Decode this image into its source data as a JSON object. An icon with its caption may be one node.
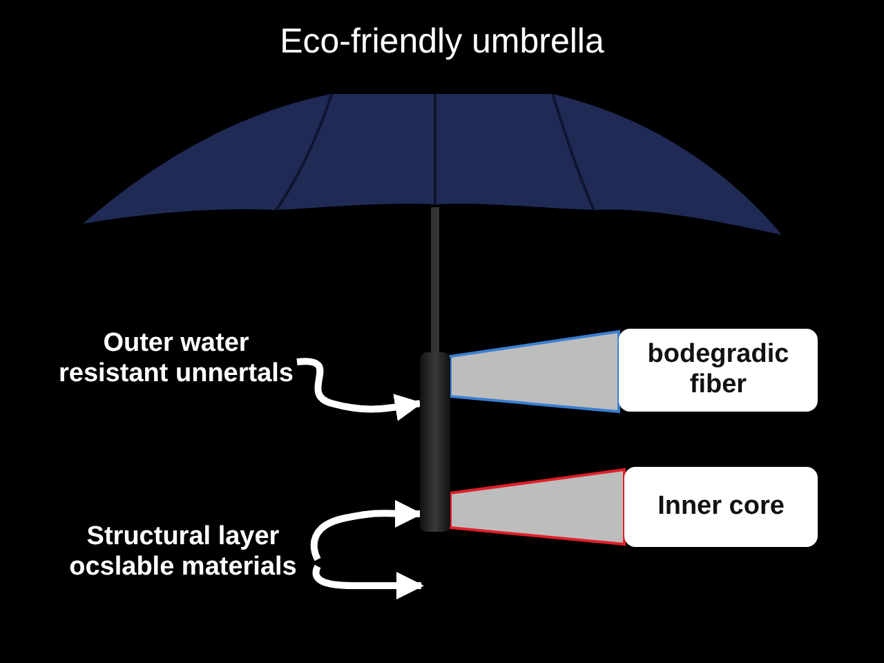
{
  "diagram": {
    "title": "Eco-friendly umbrella",
    "nodes": [
      {
        "text": [],
        "shape": "picture"
      },
      {
        "text": [
          "Outer water resistant unnertals"
        ]
      },
      {
        "text": [
          "bodegradic fiber"
        ]
      },
      {
        "text": [
          "Structural layer ocslable materials"
        ]
      },
      {
        "text": [
          "Inner core"
        ]
      }
    ],
    "edges": [
      {
        "from": 1,
        "to": 0,
        "arrow": "to",
        "color": "#ffffff"
      },
      {
        "from": 2,
        "to": 0,
        "arrow": "none",
        "color": "#3a7fd0"
      },
      {
        "from": 3,
        "to": 0,
        "arrow": "to",
        "color": "#ffffff"
      },
      {
        "from": 3,
        "to": null,
        "arrow": "to",
        "color": "#ffffff"
      },
      {
        "from": 4,
        "to": 0,
        "arrow": "none",
        "color": "#e0202a"
      }
    ]
  }
}
